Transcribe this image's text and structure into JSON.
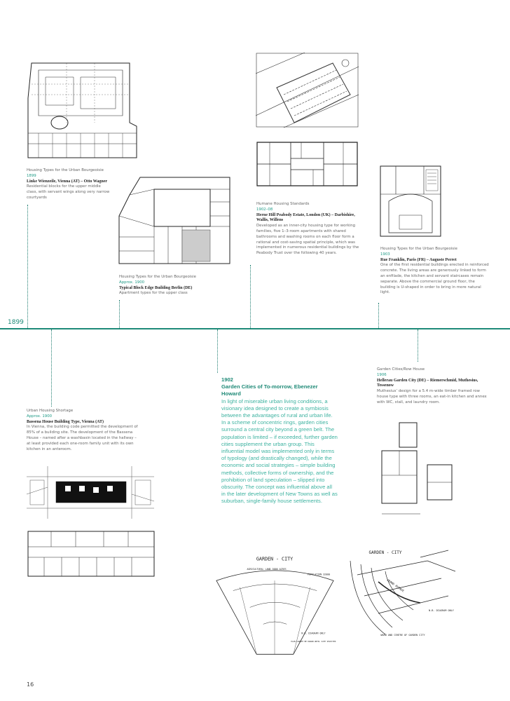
{
  "timeline": {
    "start_year": "1899",
    "color": "#1e8a78"
  },
  "entries": [
    {
      "category": "Housing Types for the Urban Bourgeoisie",
      "year": "1899",
      "title": "Linke Wienzeile, Vienna (AT) – Otto Wagner",
      "body": "Residential blocks for the upper middle class, with servant wings along very narrow courtyards"
    },
    {
      "category": "Housing Types for the Urban Bourgeoisie",
      "year": "Approx. 1900",
      "title": "Typical Block Edge Building Berlin (DE)",
      "body": "Apartment types for the upper class"
    },
    {
      "category": "Humane Housing Standards",
      "year": "1902–08",
      "title": "Herne Hill Peabody Estate, London (UK) – Darbishire, Wallis, Willens",
      "body": "Developed as an inner-city housing type for working families, five 1–3-room apartments with shared bathrooms and washing rooms on each floor form a rational and cost-saving spatial principle, which was implemented in numerous residential buildings by the Peabody Trust over the following 40 years."
    },
    {
      "category": "Housing Types for the Urban Bourgeoisie",
      "year": "1903",
      "title": "Rue Franklin, Paris (FR) – Auguste Perret",
      "body": "One of the first residential buildings erected in reinforced concrete. The living areas are generously linked to form an enfilade, the kitchen and servant staircases remain separate. Above the commercial ground floor, the building is U-shaped in order to bring in more natural light."
    },
    {
      "category": "Urban Housing Shortage",
      "year": "Approx. 1900",
      "title": "Bassena House Building Type, Vienna (AT)",
      "body": "In Vienna, the building code permitted the development of 85% of a building site. The development of the Bassena House – named after a washbasin located in the hallway – at least provided each one-room family unit with its own kitchen in an anteroom."
    },
    {
      "category": "Garden Cities/Row House",
      "year": "1906",
      "title": "Hellerau Garden City (DE) – Riemerschmid, Muthesius, Tessenow",
      "body": "Muthesius’ design for a 5.4 m-wide timber framed row house type with three rooms, an eat-in kitchen and annex with WC, stall, and laundry room."
    }
  ],
  "feature": {
    "year": "1902",
    "title": "Garden Cities of To-morrow, Ebenezer Howard",
    "body": "In light of miserable urban living conditions, a visionary idea designed to create a symbiosis between the advantages of rural and urban life. In a scheme of concentric rings, garden cities surround a central city beyond a green belt. The population is limited – if exceeded, further garden cities supplement the urban group. This influential model was implemented only in terms of typology (and drastically changed), while the economic and social strategies – simple building methods, collective forms of ownership, and the prohibition of land speculation – slipped into obscurity. The concept was influential above all in the later development of New Towns as well as suburban, single-family house settlements.",
    "color": "#3fb3a1"
  },
  "drawing_labels": {
    "garden_city_title": "GARDEN - CITY",
    "agricultural_land": "AGRICULTURAL LAND 5000 ACRES",
    "population": "POPULATION 32000",
    "diagram_only": "N.B. DIAGRAM ONLY",
    "plan_note": "PLAN CANNOT BE DRAWN UNTIL SITE SELECTED",
    "ward_caption": "WARD AND CENTRE OF GARDEN CITY",
    "grand_avenue": "GRAND AVENUE"
  },
  "page_number": "16"
}
